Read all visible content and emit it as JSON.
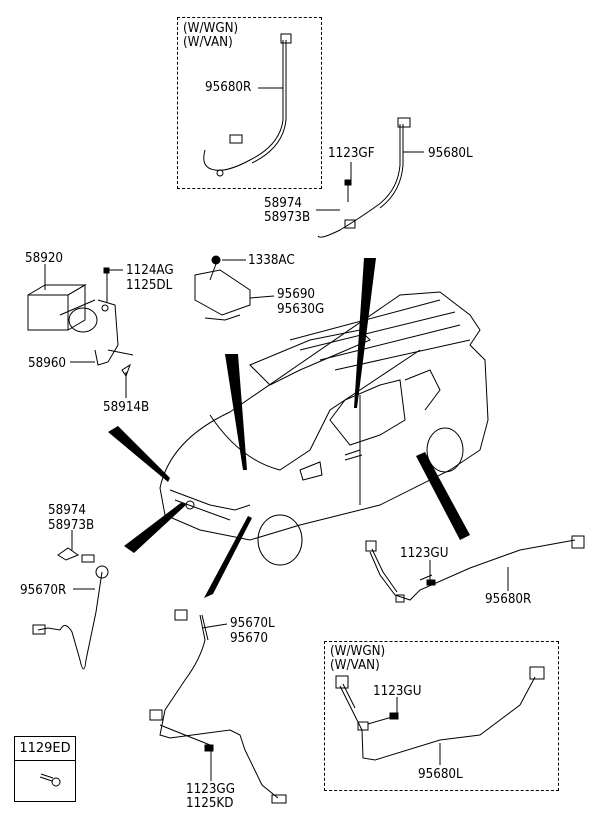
{
  "diagram": {
    "title": "ABS wheel speed sensor & modulator parts diagram",
    "variant_boxes": [
      {
        "name": "top",
        "lines": [
          "(W/WGN)",
          "(W/VAN)"
        ],
        "part": "95680R"
      },
      {
        "name": "bottom-right",
        "lines": [
          "(W/WGN)",
          "(W/VAN)"
        ],
        "part": "95680L",
        "bolt": "1123GU"
      }
    ],
    "labels": {
      "top_sensor_r": "95680R",
      "sensor_l_top": "95680L",
      "bolt_1123gf": "1123GF",
      "clip_58974_a": "58974",
      "clip_58973b_a": "58973B",
      "abs_unit": "58920",
      "bolt_1124ag": "1124AG",
      "bolt_1125dl": "1125DL",
      "nut_1338ac": "1338AC",
      "module_95690": "95690",
      "module_95630g": "95630G",
      "bracket_58960": "58960",
      "bolt_58914b": "58914B",
      "clip_58974_b": "58974",
      "clip_58973b_b": "58973B",
      "sensor_95670r": "95670R",
      "bolt_1123gu": "1123GU",
      "sensor_95680r_rear": "95680R",
      "sensor_95670l": "95670L",
      "sensor_95670": "95670",
      "bolt_1123gg": "1123GG",
      "bolt_1125kd": "1125KD",
      "part_box": "1129ED"
    }
  }
}
